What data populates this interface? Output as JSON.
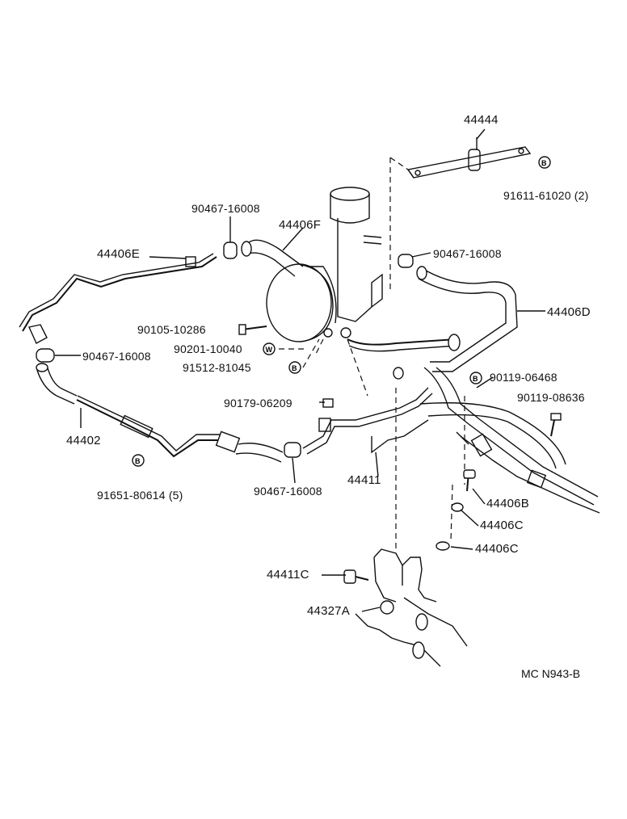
{
  "labels": {
    "p44444": "44444",
    "p91611": "91611-61020 (2)",
    "p90467a": "90467-16008",
    "p44406f": "44406F",
    "p44406e": "44406E",
    "p90467b": "90467-16008",
    "p44406d": "44406D",
    "p90105": "90105-10286",
    "p90201": "90201-10040",
    "p91512": "91512-81045",
    "p90467c": "90467-16008",
    "p90119a": "90119-06468",
    "p90119b": "90119-08636",
    "p90179": "90179-06209",
    "p44402": "44402",
    "p91651": "91651-80614 (5)",
    "p90467d": "90467-16008",
    "p44411": "44411",
    "p44406b": "44406B",
    "p44406c1": "44406C",
    "p44406c2": "44406C",
    "p44411c": "44411C",
    "p44327a": "44327A"
  },
  "markers": {
    "b": "B",
    "w": "W"
  },
  "diagram_code": "MC N943-B"
}
